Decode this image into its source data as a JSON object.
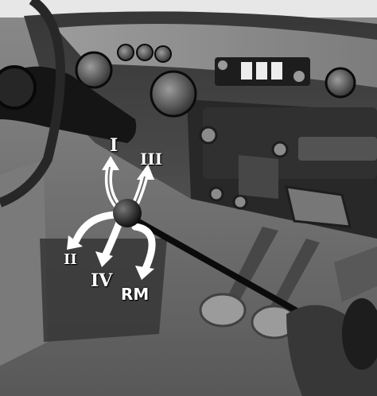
{
  "photo": {
    "subject": "car-interior-dashboard-gear-shift",
    "palette": {
      "dark": "#1e1e1e",
      "mid": "#6e6e6e",
      "light": "#d8d8d8",
      "arrow": "#ffffff"
    }
  },
  "gear_pattern": {
    "labels": {
      "first": "I",
      "second": "II",
      "third": "III",
      "fourth": "IV",
      "reverse": "RM"
    }
  }
}
